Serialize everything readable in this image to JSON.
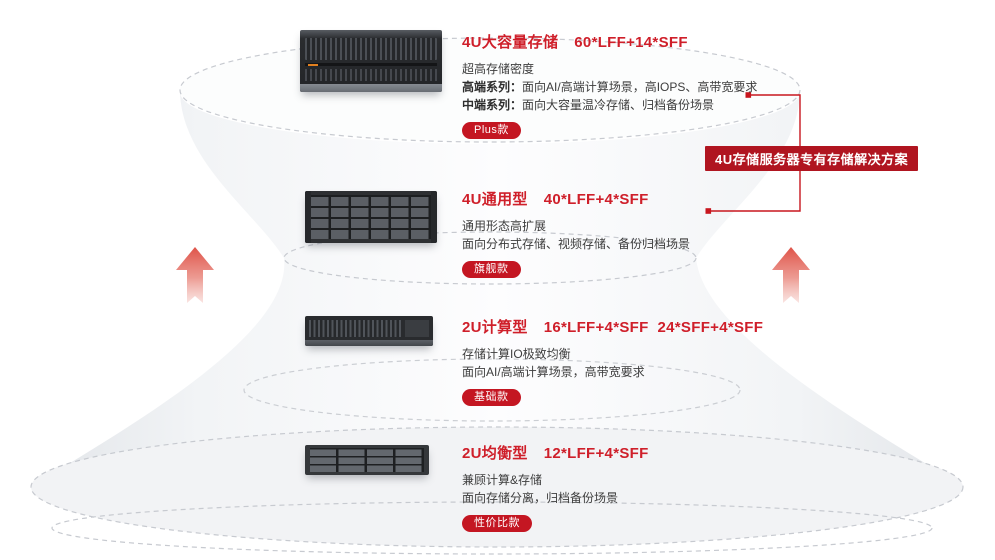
{
  "banner": {
    "label": "4U存储服务器专有存储解决方案"
  },
  "tiers": [
    {
      "title": "4U大容量存储",
      "spec": "60*LFF+14*SFF",
      "line1": "超高存储密度",
      "line2_prefix": "高端系列：",
      "line2": "面向AI/高端计算场景，高IOPS、高带宽要求",
      "line3_prefix": "中端系列：",
      "line3": "面向大容量温冷存储、归档备份场景",
      "badge": "Plus款"
    },
    {
      "title": "4U通用型",
      "spec": "40*LFF+4*SFF",
      "line1": "通用形态高扩展",
      "line2": "面向分布式存储、视频存储、备份归档场景",
      "badge": "旗舰款"
    },
    {
      "title": "2U计算型",
      "spec": "16*LFF+4*SFF  24*SFF+4*SFF",
      "line1": "存储计算IO极致均衡",
      "line2": "面向AI/高端计算场景，高带宽要求",
      "badge": "基础款"
    },
    {
      "title": "2U均衡型",
      "spec": "12*LFF+4*SFF",
      "line1": "兼顾计算&存储",
      "line2": "面向存储分离，归档备份场景",
      "badge": "性价比款"
    }
  ],
  "colors": {
    "accent_red": "#c8161e",
    "banner_red": "#b01520",
    "text_dark": "#3d3d3d"
  }
}
